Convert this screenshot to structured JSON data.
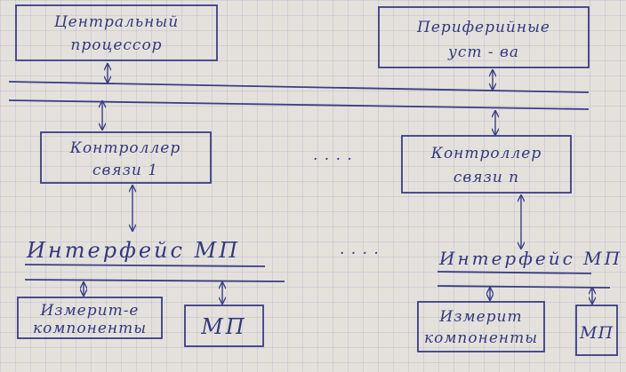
{
  "blocks": {
    "cpu": [
      "Центральный",
      "процессор"
    ],
    "peripheral": [
      "Периферийные",
      "уст - ва"
    ],
    "controller_1": [
      "Контроллер",
      "связи 1"
    ],
    "controller_n": [
      "Контроллер",
      "связи n"
    ],
    "mp_interface_left": "Интерфейс МП",
    "mp_interface_right": "Интерфейс МП",
    "measuring_left": [
      "Измерит-е",
      "компоненты"
    ],
    "measuring_right": [
      "Измерит",
      "компоненты"
    ],
    "mp_left": "МП",
    "mp_right": "МП"
  },
  "ellipsis": {
    "upper": ". . . .",
    "lower": ". . . ."
  },
  "colors": {
    "ink": "#3a3d86",
    "paper": "#e4e1dc"
  }
}
